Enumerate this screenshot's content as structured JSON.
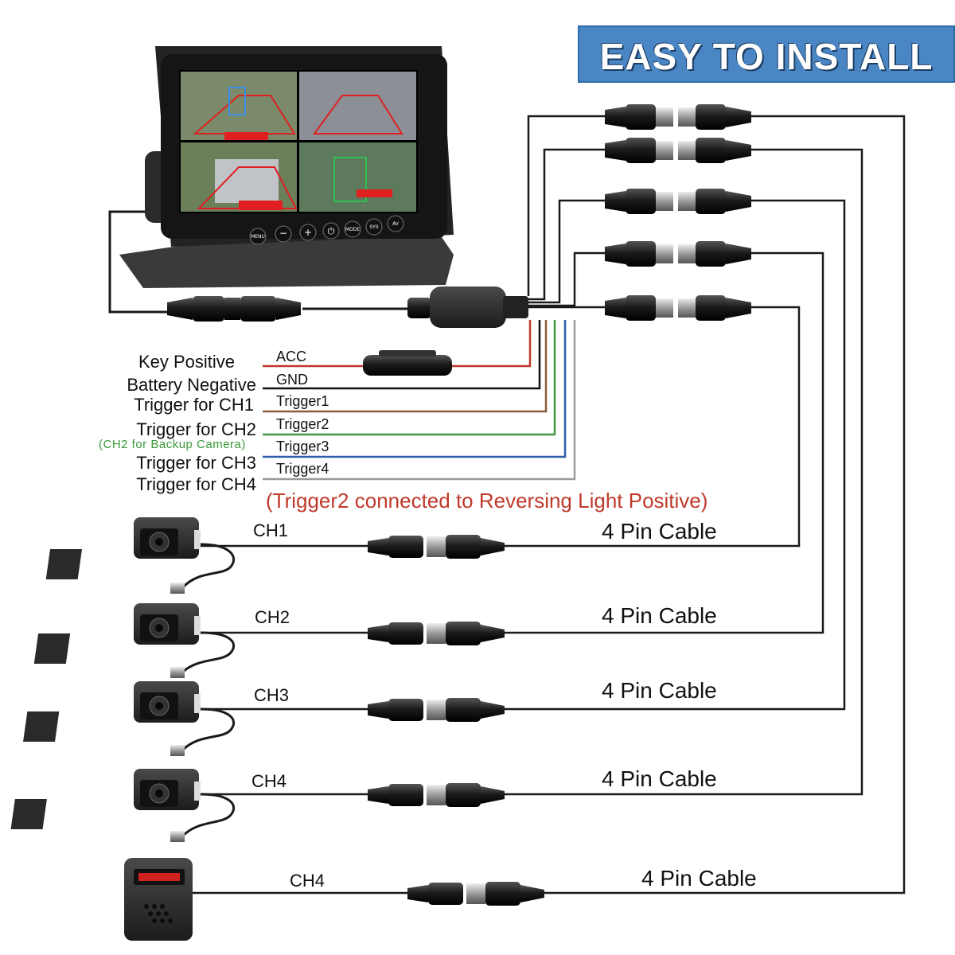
{
  "banner": "EASY TO INSTALL",
  "monitor": {
    "buttons": [
      "MENU",
      "−",
      "+",
      "⏻",
      "MODE",
      "SYS",
      "AV"
    ]
  },
  "power_wires": [
    {
      "side_label": "Key Positive",
      "wire_label": "ACC",
      "color": "#c0392b"
    },
    {
      "side_label": "Battery Negative",
      "wire_label": "GND",
      "color": "#111111"
    },
    {
      "side_label": "Trigger for CH1",
      "wire_label": "Trigger1",
      "color": "#8b5a3c"
    },
    {
      "side_label": "Trigger for CH2",
      "wire_label": "Trigger2",
      "color": "#3b9a3b"
    },
    {
      "side_label": "Trigger for CH3",
      "wire_label": "Trigger3",
      "color": "#2f5fa8"
    },
    {
      "side_label": "Trigger for CH4",
      "wire_label": "Trigger4",
      "color": "#9a9a9a"
    }
  ],
  "ch2_note": "(CH2 for Backup Camera)",
  "trigger_note": "(Trigger2 connected to Reversing Light Positive)",
  "cameras": [
    {
      "channel": "CH1",
      "cable": "4 Pin Cable"
    },
    {
      "channel": "CH2",
      "cable": "4 Pin Cable"
    },
    {
      "channel": "CH3",
      "cable": "4 Pin Cable"
    },
    {
      "channel": "CH4",
      "cable": "4 Pin Cable"
    }
  ],
  "alarm": {
    "channel": "CH4",
    "cable": "4 Pin Cable"
  },
  "colors": {
    "banner": "#4a86c4",
    "device": "#2a2a2a",
    "wire": "#1a1a1a",
    "warning": "#c0392b"
  }
}
